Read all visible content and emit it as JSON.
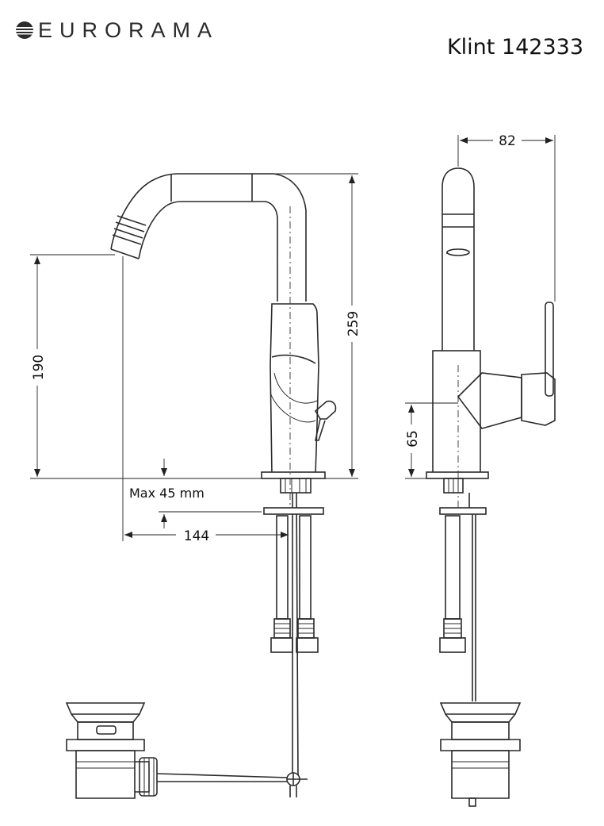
{
  "brand": {
    "name": "EURORAMA"
  },
  "product": {
    "title": "Klint 142333"
  },
  "dimensions": {
    "spout_reach": "144",
    "spout_height": "190",
    "total_height": "259",
    "depth": "82",
    "lever_height": "65",
    "max_thickness": "Max 45 mm"
  }
}
